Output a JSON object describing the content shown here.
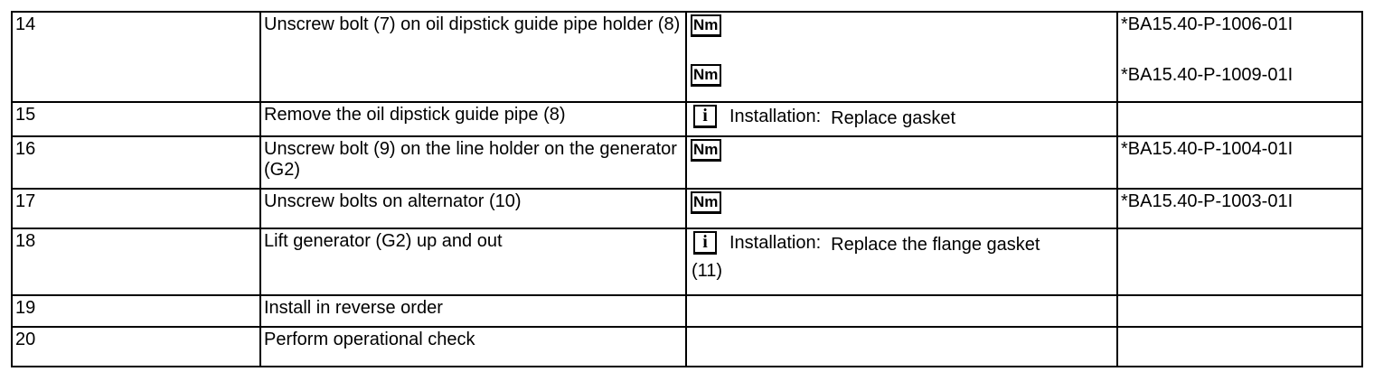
{
  "icons": {
    "nm": "Nm",
    "info": "i"
  },
  "rows": [
    {
      "step": "14",
      "description": "Unscrew bolt (7) on oil dipstick guide pipe holder (8)",
      "refs": [
        "*BA15.40-P-1006-01I",
        "*BA15.40-P-1009-01I"
      ]
    },
    {
      "step": "15",
      "description": "Remove the oil dipstick guide pipe (8)",
      "note_label": "Installation:",
      "note_text": "Replace gasket"
    },
    {
      "step": "16",
      "description": "Unscrew bolt (9) on the line holder on the generator (G2)",
      "refs": [
        "*BA15.40-P-1004-01I"
      ]
    },
    {
      "step": "17",
      "description": "Unscrew bolts on alternator (10)",
      "refs": [
        "*BA15.40-P-1003-01I"
      ]
    },
    {
      "step": "18",
      "description": "Lift generator (G2) up and out",
      "note_label": "Installation:",
      "note_text": "Replace the flange gasket",
      "note_line2": "(11)"
    },
    {
      "step": "19",
      "description": "Install in reverse order"
    },
    {
      "step": "20",
      "description": "Perform operational check"
    }
  ]
}
